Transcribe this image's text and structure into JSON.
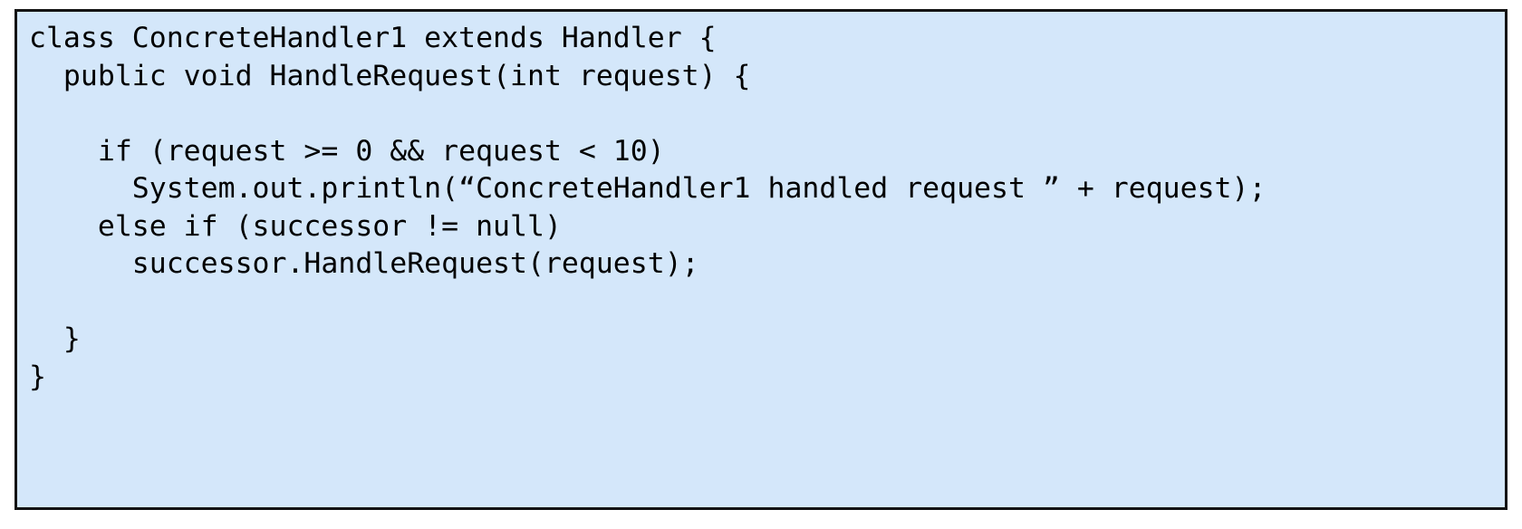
{
  "figure": {
    "kind": "code-listing",
    "language": "java",
    "background_color": "#d4e7fa",
    "border_color": "#141414",
    "text_color": "#000000"
  },
  "code": {
    "lines": [
      "class ConcreteHandler1 extends Handler {",
      "  public void HandleRequest(int request) {",
      "",
      "    if (request >= 0 && request < 10)",
      "      System.out.println(“ConcreteHandler1 handled request ” + request);",
      "    else if (successor != null)",
      "      successor.HandleRequest(request);",
      "",
      "  }",
      "}",
      "",
      ""
    ]
  }
}
